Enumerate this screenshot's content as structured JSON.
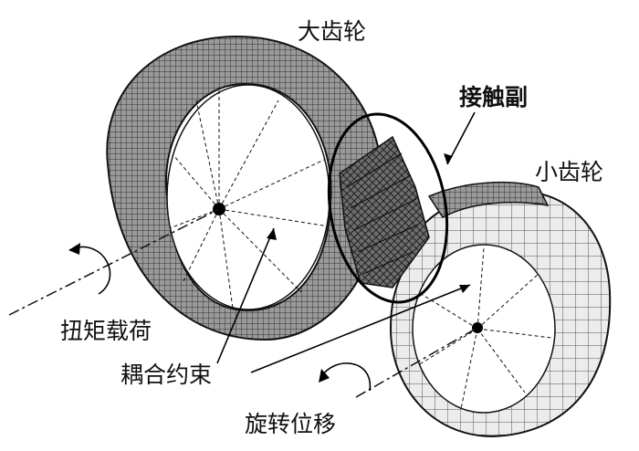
{
  "labels": {
    "large_gear": "大齿轮",
    "contact_pair": "接触副",
    "small_gear": "小齿轮",
    "torque_load": "扭矩载荷",
    "coupling_constraint": "耦合约束",
    "rotational_displacement": "旋转位移"
  },
  "colors": {
    "line": "#111111",
    "mesh_dark": "#555555",
    "mesh_mid": "#8a8a8a",
    "mesh_light": "#d4d4d4",
    "background": "#ffffff"
  }
}
